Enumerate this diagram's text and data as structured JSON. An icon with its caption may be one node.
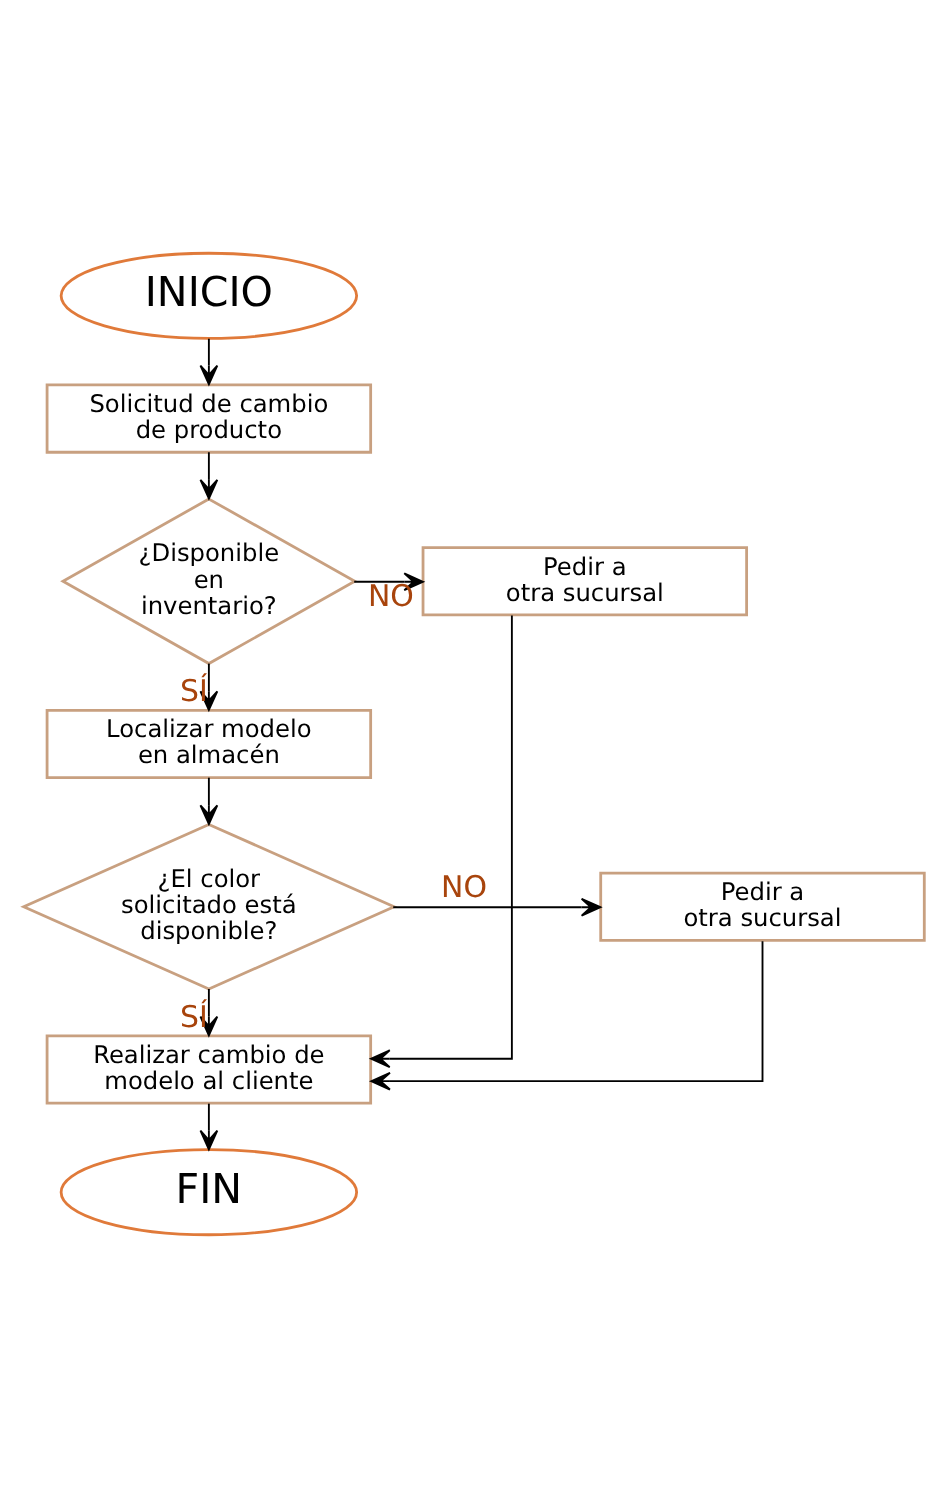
{
  "diagram": {
    "nodes": [
      {
        "text": [
          "INICIO"
        ]
      },
      {
        "text": [
          "Solicitud de cambio de producto"
        ]
      },
      {
        "text": [
          "¿Disponible en inventario?"
        ]
      },
      {
        "text": [
          "Pedir a otra sucursal"
        ]
      },
      {
        "text": [
          "Localizar modelo en almacén"
        ]
      },
      {
        "text": [
          "¿El color solicitado está disponible?"
        ]
      },
      {
        "text": [
          "Pedir a otra sucursal"
        ]
      },
      {
        "text": [
          "Realizar cambio de modelo al cliente"
        ]
      },
      {
        "text": [
          "FIN"
        ]
      }
    ],
    "edges": [
      {
        "from": 0,
        "to": 1,
        "arrow": "to"
      },
      {
        "from": 1,
        "to": 2,
        "arrow": "to"
      },
      {
        "from": 2,
        "to": 3,
        "label": "NO",
        "arrow": "to"
      },
      {
        "from": 2,
        "to": 4,
        "label": "SÍ",
        "arrow": "to"
      },
      {
        "from": 4,
        "to": 5,
        "arrow": "to"
      },
      {
        "from": 5,
        "to": 6,
        "label": "NO",
        "arrow": "to"
      },
      {
        "from": 5,
        "to": 7,
        "label": "SÍ",
        "arrow": "to"
      },
      {
        "from": 3,
        "to": 7,
        "arrow": "to"
      },
      {
        "from": 6,
        "to": 7,
        "arrow": "to"
      },
      {
        "from": 7,
        "to": 8,
        "arrow": "to"
      }
    ]
  }
}
